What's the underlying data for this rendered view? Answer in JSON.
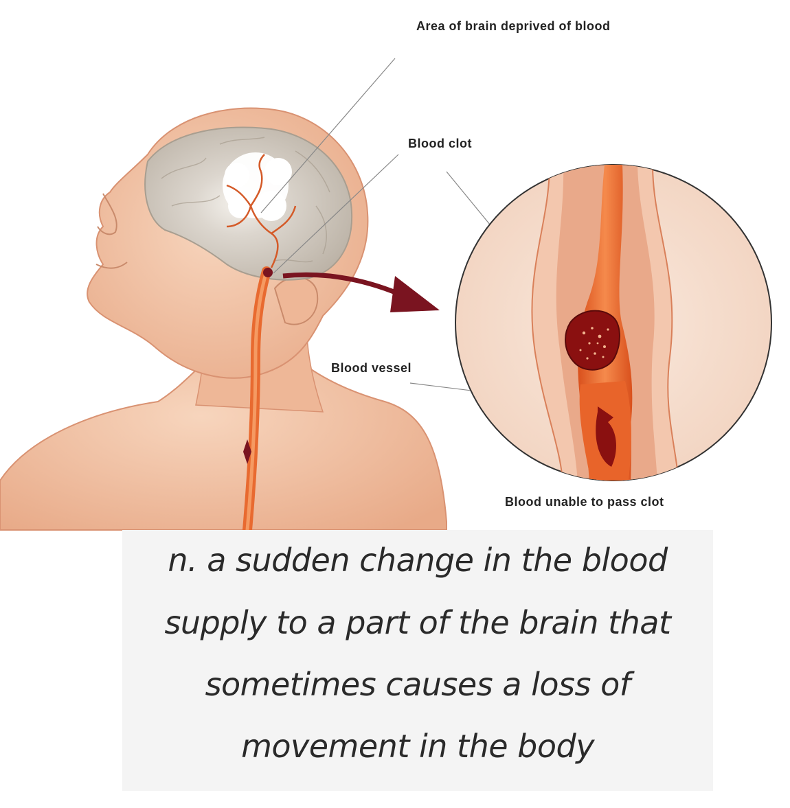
{
  "labels": {
    "area": "Area of brain deprived of blood",
    "clot": "Blood clot",
    "vessel": "Blood vessel",
    "unable": "Blood unable to pass clot"
  },
  "caption": {
    "line1": "n. a sudden change in the blood",
    "line2": "supply to a part of the brain that",
    "line3": "sometimes causes a loss of",
    "line4": "movement in the body"
  },
  "colors": {
    "skin": "#f1c3a5",
    "skin_shadow": "#e3a584",
    "brain": "#c9c2b8",
    "vessel": "#e86a30",
    "clot": "#8a1010",
    "arrow": "#7a1420",
    "circle_bg": "#f7e1d3",
    "caption_bg": "#f4f4f4"
  }
}
